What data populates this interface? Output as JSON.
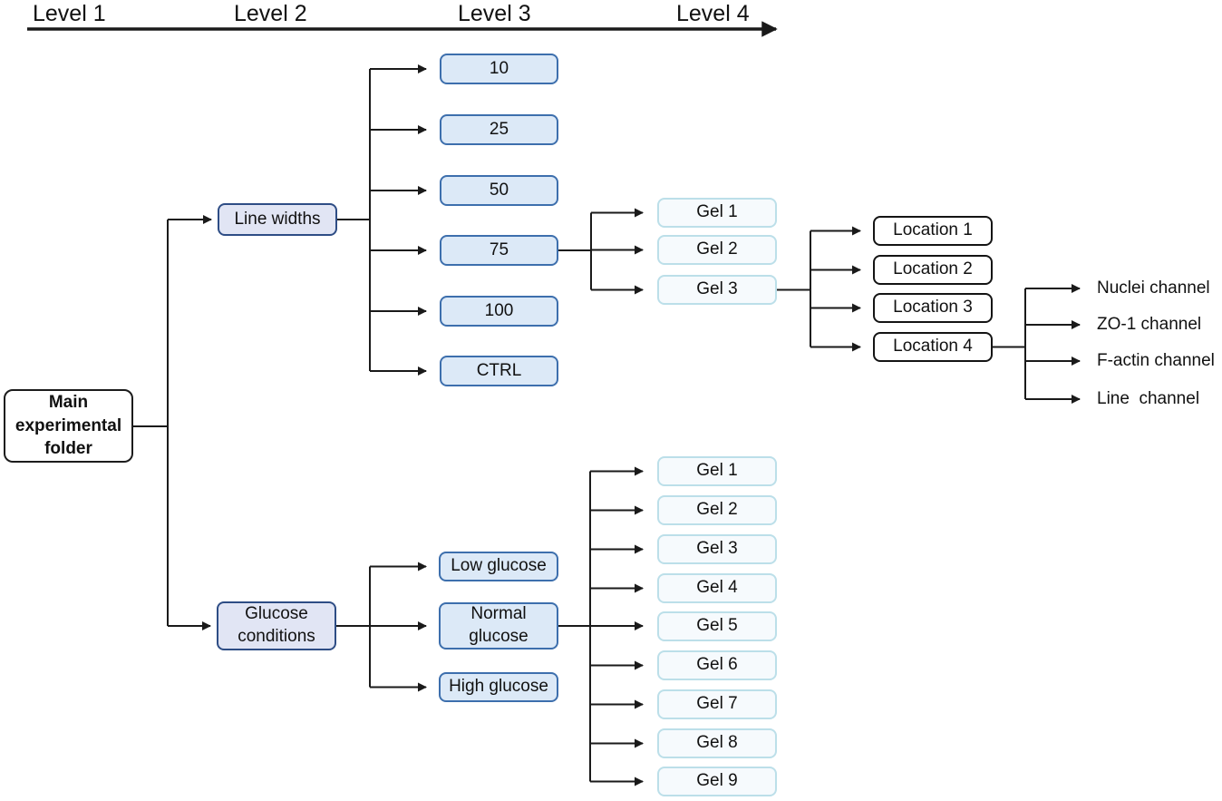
{
  "header": {
    "levels": [
      "Level 1",
      "Level 2",
      "Level 3",
      "Level 4"
    ]
  },
  "tree": {
    "root_label": "Main experimental folder",
    "line_widths": {
      "label": "Line widths",
      "widths": [
        "10",
        "25",
        "50",
        "75",
        "100",
        "CTRL"
      ],
      "gels": [
        "Gel 1",
        "Gel 2",
        "Gel 3"
      ],
      "locations": [
        "Location 1",
        "Location 2",
        "Location 3",
        "Location 4"
      ],
      "channels": [
        "Nuclei channel",
        "ZO-1 channel",
        "F-actin channel",
        "Line  channel"
      ]
    },
    "glucose": {
      "label": "Glucose conditions",
      "conditions": [
        "Low glucose",
        "Normal glucose",
        "High glucose"
      ],
      "gels": [
        "Gel 1",
        "Gel 2",
        "Gel 3",
        "Gel 4",
        "Gel 5",
        "Gel 6",
        "Gel 7",
        "Gel 8",
        "Gel 9"
      ]
    }
  },
  "colors": {
    "connector": "#1a1a1a",
    "level2_fill": "#e1e5f4",
    "level2_border": "#2e4d85",
    "level3_fill": "#dce9f7",
    "level3_border": "#3d6fad",
    "gel_fill": "#f6fafd",
    "gel_border": "#bcdfe9",
    "location_fill": "#ffffff",
    "location_border": "#141414"
  }
}
